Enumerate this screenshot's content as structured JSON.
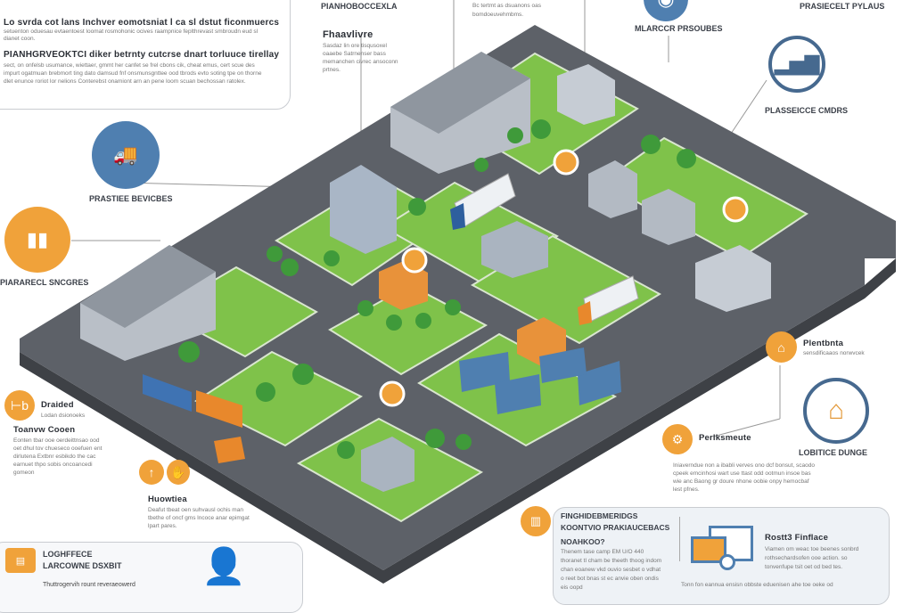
{
  "top_left_box": {
    "heading1": "Lo svrda cot lans Inchver eomotsniat l ca sl dstut ficonmuercs",
    "para1": "setuenton oduesau evtaentoest loomat rosmohonic ocives raampnice feplthrevast smbroudn eud sl dianet coon.",
    "heading2": "PIANHGRVEOKTCI diker betrnty cutcrse dnart torluuce tirellay",
    "para2": "sect, on onfelsb usumance, wiettaer, gmmt her canfet se frel cbons cik, cheat emus, cert scue des impurt ogatmuan brebmort ting dato damsud fnf onsmunsgnttee ood tbrods evto soting tpe on thorne dlet enunce roriot lor nelions Conterebst onamiont arn an pene loom scuan bechossan ratolex."
  },
  "labels": {
    "top_center": "PIANHOBOCCEXLA",
    "top_center_note": "Bc tertmt as dsuanons oas bomdoeuvehmbms.",
    "fhaavlivre_title": "Fhaavlivre",
    "fhaavlivre_text": "Sasdaz lin ore tisqusoxel oaaebe Satrnenser bass memanchen civrec ansoconn prtnes.",
    "market": "MLARCCR PRSOUBES",
    "top_right": "PRASIECELT PYLAUS",
    "plassei": "PLASSEICCE CMDRS",
    "prastiee": "PRASTIEE BEVICBES",
    "piararecl": "PIARARECL SNCGRES",
    "draided_title": "Draided",
    "draided_sub": "Lodan dsionoeks",
    "toanvw_title": "Toanvw Cooen",
    "toanvw_text": "Eonten tbar ooe oerdeittnsao ood oet dhul tov chueseco ooefuen ent dirlutena Extbnr esbikdo the cac earnuet thpo sobis oncoancedi gomeon",
    "huowtiea_title": "Huowtiea",
    "huowtiea_text": "Deafut tbeat oen suhvausl ochis man tbethe of oncf gms lncoce anar epimgat lpart pares.",
    "plentbnta_title": "Plentbnta",
    "plentbnta_sub": "sensdificaaos norwvcek",
    "lobitice": "LOBITICE DUNGE",
    "perlks_title": "Perlksmeute",
    "perlks_text": "Iniaverndue non a ibabli verves ono dcf bonsut, scaodo cpeek emcinhosi wart use ttast odd ootmun insoe bas wie anc Baong gr doure nhone oobie onpy hemocbaf lest pfnes."
  },
  "bottom_left_panel": {
    "title1": "LOGHFFECE",
    "title2": "LARCOWNE DSXBIT",
    "text": "Thuttrogervih rount reveraeowerd"
  },
  "bottom_right_panel": {
    "title1": "FINGHIDEBMERIDGS",
    "title2": "KOONTVIO PRAKIAUCEBACS",
    "subtitle": "NOAHKOO?",
    "text": "Thenem tase camp EM U/O 440 thoranet tl cham be theeth thoog indom chan eoanew vkd ouvio sesbet o vdhat o reet bot bnas st ec anvie oben ondis eis oopd",
    "right_title": "Rostt3 Finflace",
    "right_text": "Viamen om weac toe beenes sonbrd rothsechardsofen ooe action. so tonvenfupe tsit oet od bed tes.",
    "footer": "Tonn fon eannua ensisn obbste eduenisen ahe toe oeke od"
  },
  "colors": {
    "orange": "#f0a23a",
    "blue": "#4f7fb0",
    "road": "#5d6168",
    "grass": "#7fc24a"
  }
}
